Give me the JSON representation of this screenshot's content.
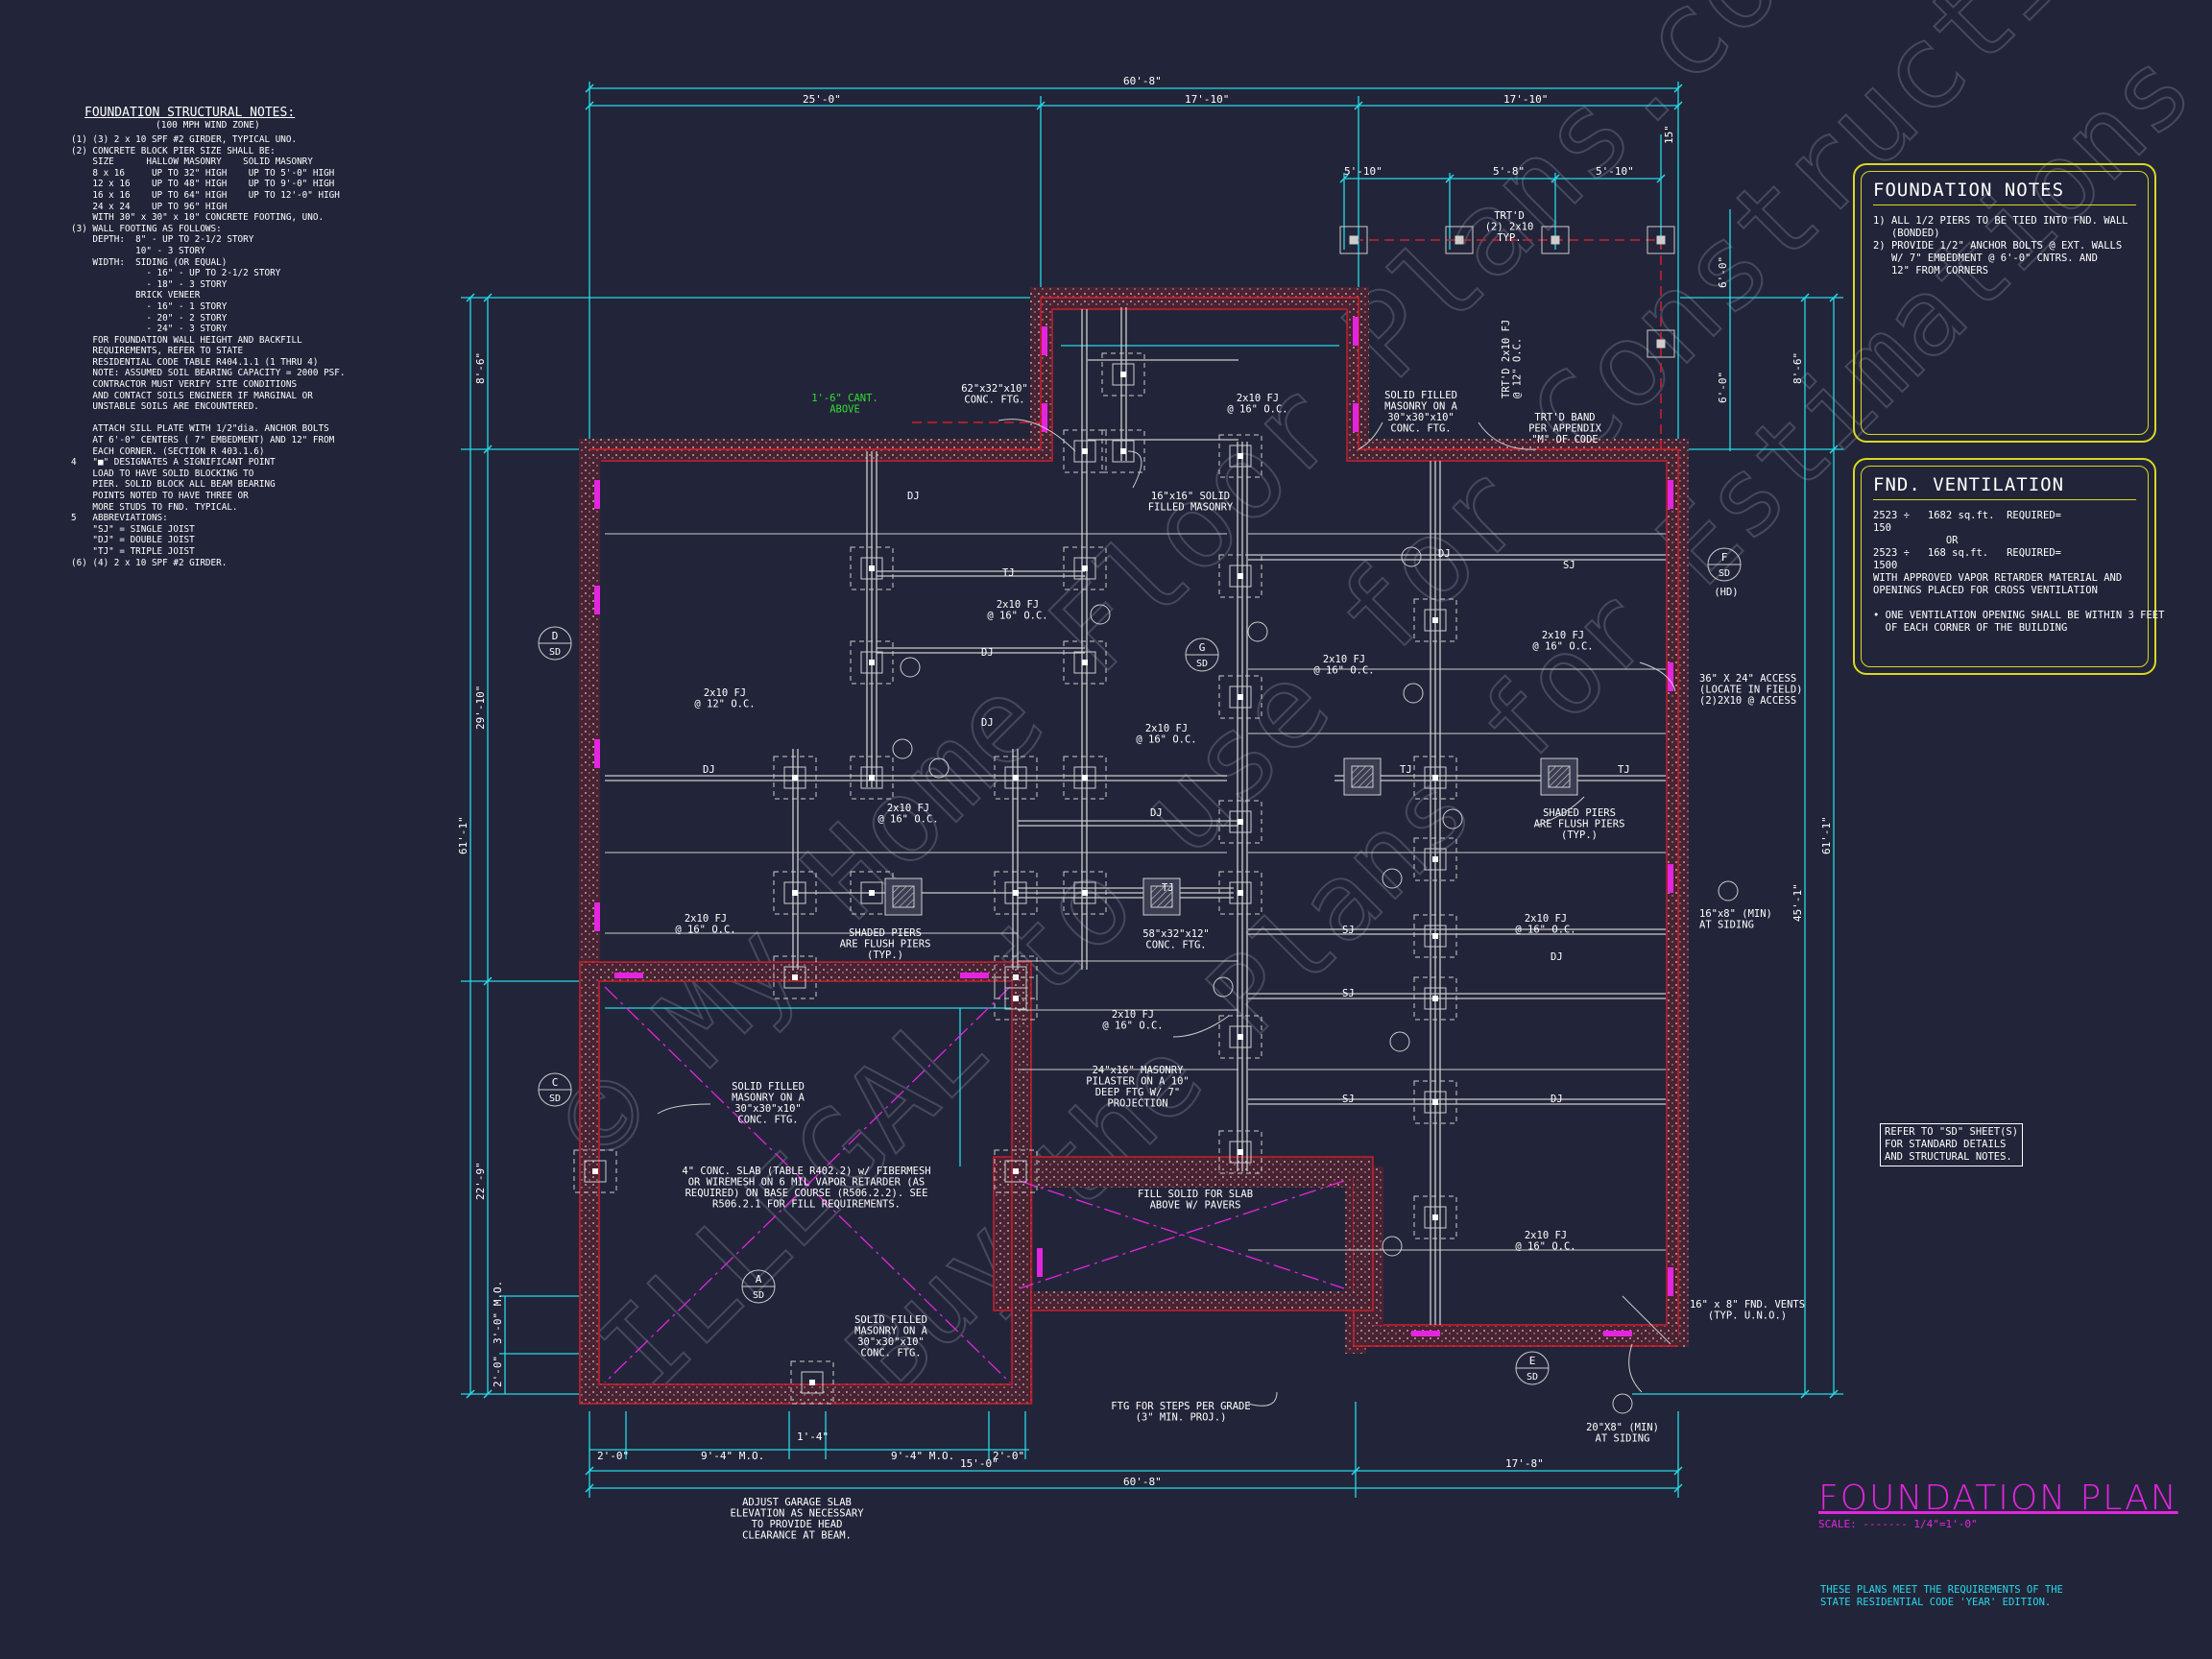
{
  "structural_notes": {
    "title": "FOUNDATION STRUCTURAL NOTES:",
    "subtitle": "(100 MPH WIND ZONE)",
    "body": "(1) (3) 2 x 10 SPF #2 GIRDER, TYPICAL UNO.\n(2) CONCRETE BLOCK PIER SIZE SHALL BE:\n    SIZE      HALLOW MASONRY    SOLID MASONRY\n    8 x 16     UP TO 32\" HIGH    UP TO 5'-0\" HIGH\n    12 x 16    UP TO 48\" HIGH    UP TO 9'-0\" HIGH\n    16 x 16    UP TO 64\" HIGH    UP TO 12'-0\" HIGH\n    24 x 24    UP TO 96\" HIGH\n    WITH 30\" x 30\" x 10\" CONCRETE FOOTING, UNO.\n(3) WALL FOOTING AS FOLLOWS:\n    DEPTH:  8\" - UP TO 2-1/2 STORY\n            10\" - 3 STORY\n    WIDTH:  SIDING (OR EQUAL)\n              - 16\" - UP TO 2-1/2 STORY\n              - 18\" - 3 STORY\n            BRICK VENEER\n              - 16\" - 1 STORY\n              - 20\" - 2 STORY\n              - 24\" - 3 STORY\n    FOR FOUNDATION WALL HEIGHT AND BACKFILL\n    REQUIREMENTS, REFER TO STATE\n    RESIDENTIAL CODE TABLE R404.1.1 (1 THRU 4)\n    NOTE: ASSUMED SOIL BEARING CAPACITY = 2000 PSF.\n    CONTRACTOR MUST VERIFY SITE CONDITIONS\n    AND CONTACT SOILS ENGINEER IF MARGINAL OR\n    UNSTABLE SOILS ARE ENCOUNTERED.\n\n    ATTACH SILL PLATE WITH 1/2\"dia. ANCHOR BOLTS\n    AT 6'-0\" CENTERS ( 7\" EMBEDMENT) AND 12\" FROM\n    EACH CORNER. (SECTION R 403.1.6)\n4   \"■\" DESIGNATES A SIGNIFICANT POINT\n    LOAD TO HAVE SOLID BLOCKING TO\n    PIER. SOLID BLOCK ALL BEAM BEARING\n    POINTS NOTED TO HAVE THREE OR\n    MORE STUDS TO FND. TYPICAL.\n5   ABBREVIATIONS:\n    \"SJ\" = SINGLE JOIST\n    \"DJ\" = DOUBLE JOIST\n    \"TJ\" = TRIPLE JOIST\n(6) (4) 2 x 10 SPF #2 GIRDER."
  },
  "foundation_notes": {
    "title": "FOUNDATION NOTES",
    "body": "1) ALL 1/2 PIERS TO BE TIED INTO FND. WALL\n   (BONDED)\n2) PROVIDE 1/2\" ANCHOR BOLTS @ EXT. WALLS\n   W/ 7\" EMBEDMENT @ 6'-0\" CNTRS. AND\n   12\" FROM CORNERS"
  },
  "fnd_ventilation": {
    "title": "FND. VENTILATION",
    "body": "2523 ÷   1682 sq.ft.  REQUIRED=\n150\n            OR\n2523 ÷   168 sq.ft.   REQUIRED=\n1500\nWITH APPROVED VAPOR RETARDER MATERIAL AND\nOPENINGS PLACED FOR CROSS VENTILATION\n\n• ONE VENTILATION OPENING SHALL BE WITHIN 3 FEET\n  OF EACH CORNER OF THE BUILDING"
  },
  "refer_note": "REFER TO \"SD\" SHEET(S)\nFOR STANDARD DETAILS\nAND STRUCTURAL NOTES.",
  "title_block": {
    "title": "FOUNDATION PLAN",
    "scale": "SCALE: -------  1/4\"=1'-0\"",
    "code_note": "THESE PLANS MEET THE REQUIREMENTS OF THE\nSTATE RESIDENTIAL CODE 'YEAR' EDITION."
  },
  "watermark": {
    "line1": "© My Home Floor Plans.com",
    "line2": "ILLEGAL to use for Construction",
    "line3": "Buy the Plans for Estimations"
  },
  "dimensions": {
    "top_overall": "60'-8\"",
    "top_1": "25'-0\"",
    "top_2": "17'-10\"",
    "top_3": "17'-10\"",
    "porch_1": "5'-10\"",
    "porch_2": "5'-8\"",
    "porch_3": "5'-10\"",
    "porch_v": "6'-0\"",
    "porch_v2": "6'-0\"",
    "porch_gap": "15\"",
    "bottom_overall": "60'-8\"",
    "bottom_1": "15'-0\"",
    "bottom_2": "17'-8\"",
    "bottom_garage_1": "2'-0\"",
    "bottom_garage_2": "9'-4\" M.O.",
    "bottom_garage_3": "1'-4\"",
    "bottom_garage_4": "9'-4\" M.O.",
    "bottom_garage_5": "2'-0\"",
    "left_overall": "61'-1\"",
    "left_top": "8'-6\"",
    "left_mid": "29'-10\"",
    "left_bot": "22'-9\"",
    "left_mo": "3'-0\" M.O.",
    "left_2": "2'-0\"",
    "right_overall": "61'-1\"",
    "right_top": "8'-6\"",
    "right_mid": "45'-1\""
  },
  "labels": {
    "trt_2x10": "TRT'D\n(2) 2x10\nTYP.",
    "trt_2x10_oc": "TRT'D 2x10 FJ\n@ 12\" O.C.",
    "cant": "1'-6\" CANT.\nABOVE",
    "conc_ftg_62": "62\"x32\"x10\"\nCONC. FTG.",
    "solid_30": "SOLID FILLED\nMASONRY ON A\n30\"x30\"x10\"\nCONC. FTG.",
    "trt_band": "TRT'D BAND\nPER APPENDIX\n\"M\" OF CODE",
    "solid_16": "16\"x16\" SOLID\nFILLED MASONRY",
    "fj12": "2x10 FJ\n@ 12\" O.C.",
    "fj16": "2x10 FJ\n@ 16\" O.C.",
    "access": "36\" X 24\" ACCESS\n(LOCATE IN FIELD)\n(2)2X10 @ ACCESS",
    "shaded": "SHADED PIERS\nARE FLUSH PIERS\n(TYP.)",
    "conc_ftg_58": "58\"x32\"x12\"\nCONC. FTG.",
    "vent_16x8_siding": "16\"x8\" (MIN)\nAT SIDING",
    "slab": "4\" CONC. SLAB (TABLE R402.2) w/ FIBERMESH\nOR WIREMESH ON 6 MIL VAPOR RETARDER (AS\nREQUIRED) ON BASE COURSE (R506.2.2). SEE\nR506.2.1 FOR FILL REQUIREMENTS.",
    "pilaster": "24\"x16\" MASONRY\nPILASTER ON A 10\"\nDEEP FTG W/ 7\"\nPROJECTION",
    "fill_solid": "FILL SOLID FOR SLAB\nABOVE W/ PAVERS",
    "vents_fnd": "16\" x 8\" FND. VENTS\n(TYP. U.N.O.)",
    "steps": "FTG FOR STEPS PER GRADE\n(3\" MIN. PROJ.)",
    "vent_20x8": "20\"X8\" (MIN)\nAT SIDING",
    "garage_adjust": "ADJUST GARAGE SLAB\nELEVATION AS NECESSARY\nTO PROVIDE HEAD\nCLEARANCE AT BEAM.",
    "hd": "(HD)",
    "dj": "DJ",
    "tj": "TJ",
    "sj": "SJ"
  },
  "section_markers": [
    {
      "id": "D",
      "sheet": "SD"
    },
    {
      "id": "C",
      "sheet": "SD"
    },
    {
      "id": "G",
      "sheet": "SD"
    },
    {
      "id": "F",
      "sheet": "SD"
    },
    {
      "id": "E",
      "sheet": "SD"
    },
    {
      "id": "A",
      "sheet": "SD"
    }
  ],
  "colors": {
    "background": "#222539",
    "wall_red": "#d11f2c",
    "cyan": "#27d9e8",
    "magenta": "#e524e0",
    "yellow": "#d8d820",
    "green": "#33dd33"
  }
}
